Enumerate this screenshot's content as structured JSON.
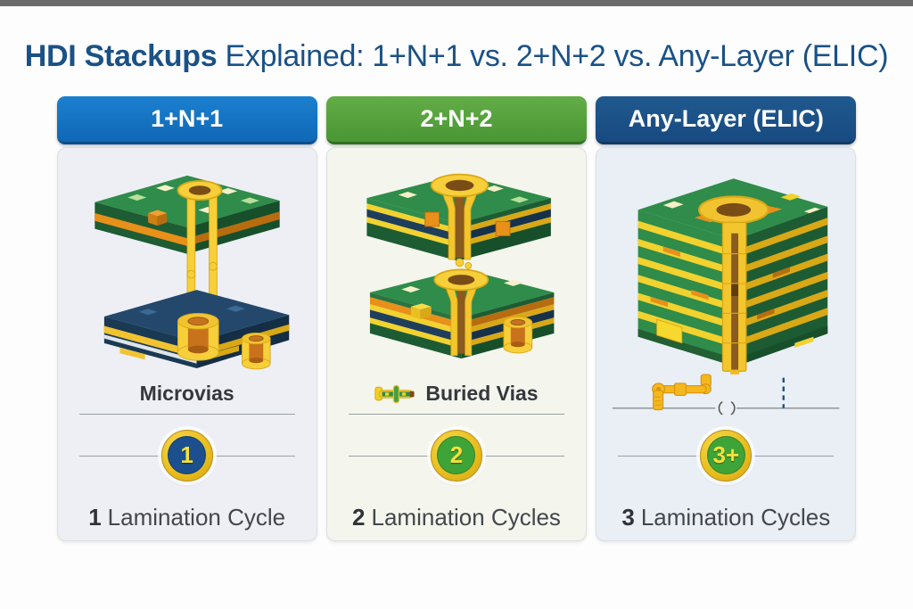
{
  "title": {
    "lead": "HDI Stackups",
    "rest": " Explained: 1+N+1 vs. 2+N+2 vs. Any-Layer (ELIC)"
  },
  "palette": {
    "title_text": "#1a5186",
    "header_1n1_blue": "#1173c4",
    "header_2n2_green": "#52a13b",
    "header_elic_navy": "#1a4e8c",
    "card_bg_1": "#edeff5",
    "card_bg_2": "#f4f5ec",
    "card_bg_3": "#e9eff4",
    "badge_gold_ring": "#e8bc1c",
    "badge_inner_blue": "#1b4f8e",
    "badge_inner_green": "#3fa437",
    "badge_digit_yellow": "#f5e13a",
    "pcb_green": "#2f8c4a",
    "pcb_dark_green": "#1d5c33",
    "pcb_navy_core": "#1e3f5c",
    "copper_orange": "#e8901a",
    "via_gold": "#f4c62e",
    "via_hole_brown": "#7a4c16"
  },
  "cards": [
    {
      "header": "1+N+1",
      "via_label": "Microvias",
      "badge": "1",
      "cycles_count": "1",
      "cycles_label": "Lamination Cycle"
    },
    {
      "header": "2+N+2",
      "via_label": "Buried Vias",
      "badge": "2",
      "cycles_count": "2",
      "cycles_label": "Lamination Cycles"
    },
    {
      "header": "Any-Layer (ELIC)",
      "badge": "3+",
      "cycles_count": "3",
      "cycles_label": "Lamination Cycles"
    }
  ]
}
